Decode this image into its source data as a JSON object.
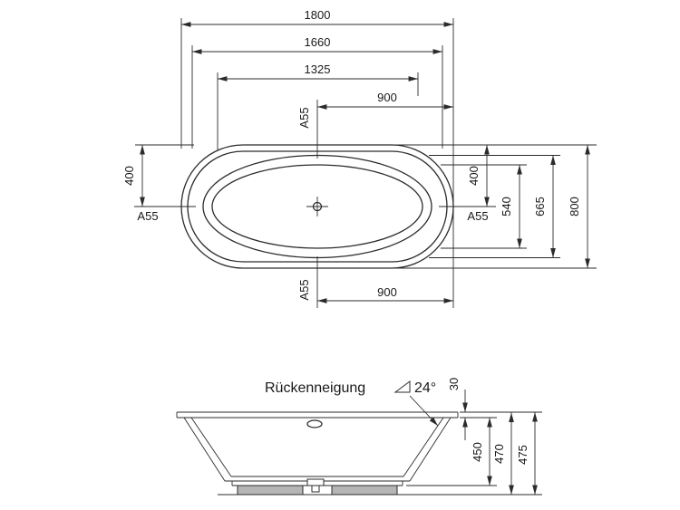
{
  "drawing": {
    "subject": "Oval bathtub technical drawing with top view and side view"
  },
  "top_view": {
    "d1800": "1800",
    "d1660": "1660",
    "d1325": "1325",
    "d900_top": "900",
    "d900_bottom": "900",
    "d400_left": "400",
    "d400_right": "400",
    "d540": "540",
    "d665": "665",
    "d800": "800",
    "a55_top": "A55",
    "a55_left": "A55",
    "a55_right": "A55",
    "a55_bottom": "A55"
  },
  "side_view": {
    "back_label": "Rückenneigung",
    "angle": "24°",
    "d30": "30",
    "d450": "450",
    "d470": "470",
    "d475": "475"
  },
  "colors": {
    "line": "#2b2b2b",
    "text": "#1a1a1a",
    "pad_fill": "#b5b5b5",
    "background": "#ffffff"
  }
}
